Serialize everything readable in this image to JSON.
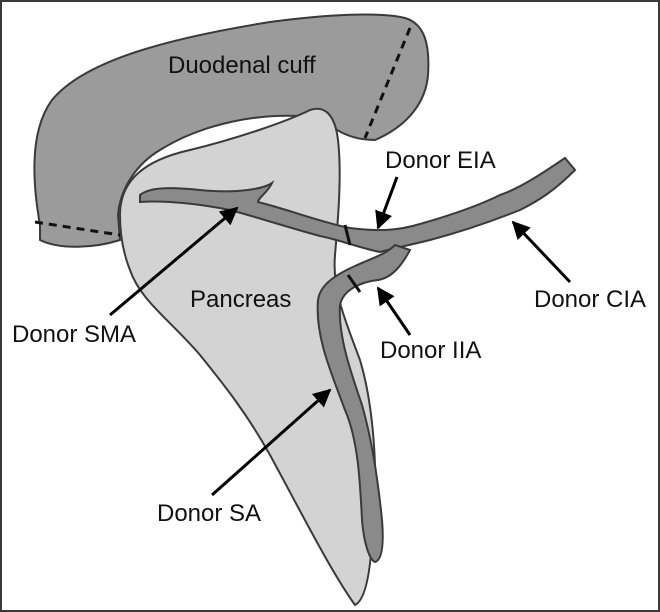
{
  "labels": {
    "duodenal_cuff": "Duodenal cuff",
    "pancreas": "Pancreas",
    "donor_eia": "Donor EIA",
    "donor_cia": "Donor CIA",
    "donor_iia": "Donor IIA",
    "donor_sma": "Donor SMA",
    "donor_sa": "Donor SA"
  },
  "colors": {
    "duodenum_fill": "#9b9b9b",
    "pancreas_fill": "#d3d3d3",
    "vessel_fill": "#8a8a8a",
    "outline": "#3a3a3a",
    "arrow": "#000000"
  }
}
